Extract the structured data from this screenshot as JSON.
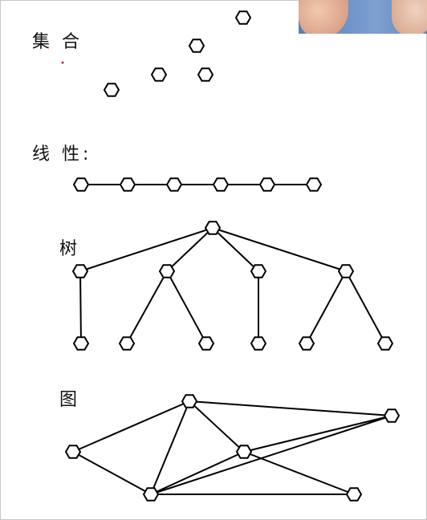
{
  "sections": {
    "set": {
      "label": "集 合"
    },
    "linear": {
      "label": "线 性:"
    },
    "tree": {
      "label": "树"
    },
    "graph": {
      "label": "图"
    }
  },
  "colors": {
    "ink": "#000000",
    "background": "#ffffff"
  },
  "webcam": {
    "visible": true
  }
}
